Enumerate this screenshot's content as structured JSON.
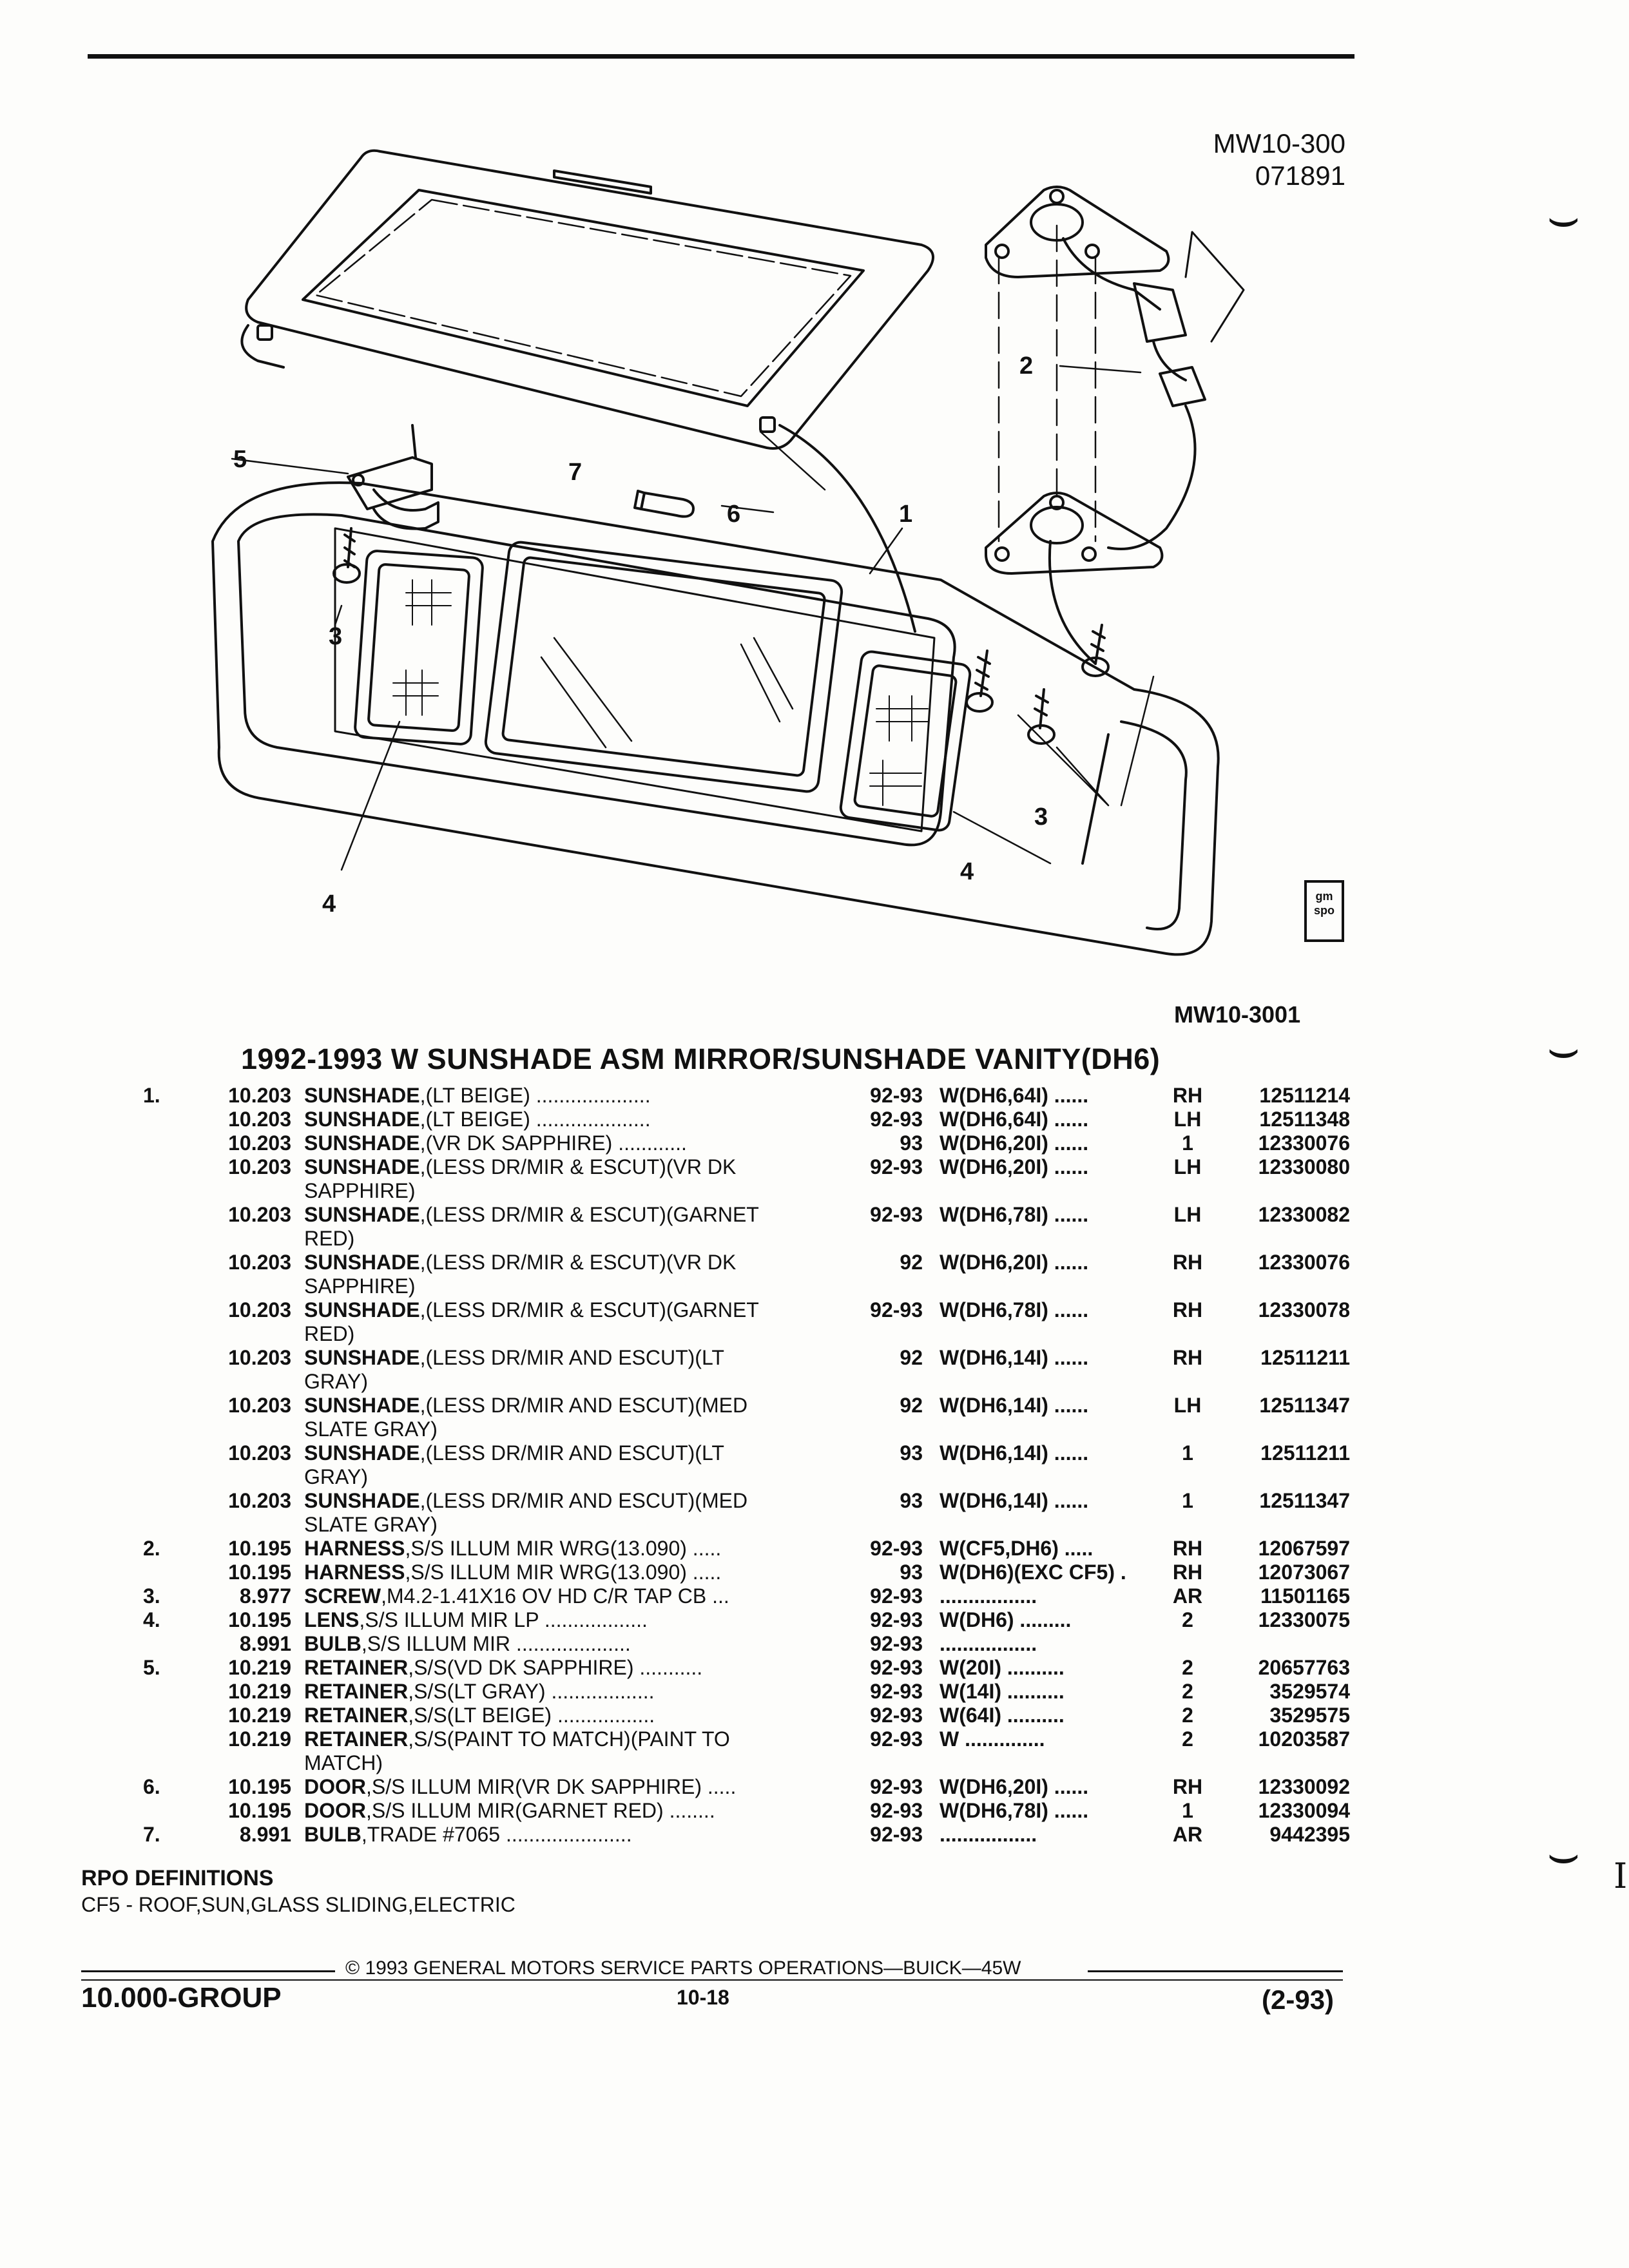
{
  "figure": {
    "code": "MW10-300",
    "date": "071891",
    "code2": "MW10-3001",
    "logo_text": "gm spo"
  },
  "callouts": {
    "c1": "1",
    "c2": "2",
    "c3": "3",
    "c4": "4",
    "c5": "5",
    "c6": "6",
    "c7": "7"
  },
  "title": "1992-1993 W SUNSHADE ASM MIRROR/SUNSHADE VANITY(DH6)",
  "parts": [
    {
      "item": "1.",
      "group": "10.203",
      "name": "SUNSHADE",
      "desc": ",(LT BEIGE) ....................",
      "desc2": "",
      "years": "92-93",
      "app": "W(DH6,64I) ......",
      "qty": "RH",
      "pn": "12511214"
    },
    {
      "item": "",
      "group": "10.203",
      "name": "SUNSHADE",
      "desc": ",(LT BEIGE) ....................",
      "desc2": "",
      "years": "92-93",
      "app": "W(DH6,64I) ......",
      "qty": "LH",
      "pn": "12511348"
    },
    {
      "item": "",
      "group": "10.203",
      "name": "SUNSHADE",
      "desc": ",(VR DK SAPPHIRE) ............",
      "desc2": "",
      "years": "93",
      "app": "W(DH6,20I) ......",
      "qty": "1",
      "pn": "12330076"
    },
    {
      "item": "",
      "group": "10.203",
      "name": "SUNSHADE",
      "desc": ",(LESS DR/MIR & ESCUT)(VR DK",
      "desc2": "SAPPHIRE)",
      "years": "92-93",
      "app": "W(DH6,20I) ......",
      "qty": "LH",
      "pn": "12330080"
    },
    {
      "item": "",
      "group": "10.203",
      "name": "SUNSHADE",
      "desc": ",(LESS DR/MIR & ESCUT)(GARNET",
      "desc2": "RED)",
      "years": "92-93",
      "app": "W(DH6,78I) ......",
      "qty": "LH",
      "pn": "12330082"
    },
    {
      "item": "",
      "group": "10.203",
      "name": "SUNSHADE",
      "desc": ",(LESS DR/MIR & ESCUT)(VR DK",
      "desc2": "SAPPHIRE)",
      "years": "92",
      "app": "W(DH6,20I) ......",
      "qty": "RH",
      "pn": "12330076"
    },
    {
      "item": "",
      "group": "10.203",
      "name": "SUNSHADE",
      "desc": ",(LESS DR/MIR & ESCUT)(GARNET",
      "desc2": "RED)",
      "years": "92-93",
      "app": "W(DH6,78I) ......",
      "qty": "RH",
      "pn": "12330078"
    },
    {
      "item": "",
      "group": "10.203",
      "name": "SUNSHADE",
      "desc": ",(LESS DR/MIR AND ESCUT)(LT",
      "desc2": "GRAY)",
      "years": "92",
      "app": "W(DH6,14I) ......",
      "qty": "RH",
      "pn": "12511211"
    },
    {
      "item": "",
      "group": "10.203",
      "name": "SUNSHADE",
      "desc": ",(LESS DR/MIR AND ESCUT)(MED",
      "desc2": "SLATE GRAY)",
      "years": "92",
      "app": "W(DH6,14I) ......",
      "qty": "LH",
      "pn": "12511347"
    },
    {
      "item": "",
      "group": "10.203",
      "name": "SUNSHADE",
      "desc": ",(LESS DR/MIR AND ESCUT)(LT",
      "desc2": "GRAY)",
      "years": "93",
      "app": "W(DH6,14I) ......",
      "qty": "1",
      "pn": "12511211"
    },
    {
      "item": "",
      "group": "10.203",
      "name": "SUNSHADE",
      "desc": ",(LESS DR/MIR AND ESCUT)(MED",
      "desc2": "SLATE GRAY)",
      "years": "93",
      "app": "W(DH6,14I) ......",
      "qty": "1",
      "pn": "12511347"
    },
    {
      "item": "2.",
      "group": "10.195",
      "name": "HARNESS",
      "desc": ",S/S ILLUM MIR WRG(13.090) .....",
      "desc2": "",
      "years": "92-93",
      "app": "W(CF5,DH6) .....",
      "qty": "RH",
      "pn": "12067597"
    },
    {
      "item": "",
      "group": "10.195",
      "name": "HARNESS",
      "desc": ",S/S ILLUM MIR WRG(13.090) .....",
      "desc2": "",
      "years": "93",
      "app": "W(DH6)(EXC CF5) .",
      "qty": "RH",
      "pn": "12073067"
    },
    {
      "item": "3.",
      "group": "8.977",
      "name": "SCREW",
      "desc": ",M4.2-1.41X16 OV HD C/R TAP CB ...",
      "desc2": "",
      "years": "92-93",
      "app": ".................",
      "qty": "AR",
      "pn": "11501165"
    },
    {
      "item": "4.",
      "group": "10.195",
      "name": "LENS",
      "desc": ",S/S ILLUM MIR LP ..................",
      "desc2": "",
      "years": "92-93",
      "app": "W(DH6) .........",
      "qty": "2",
      "pn": "12330075"
    },
    {
      "item": "",
      "group": "8.991",
      "name": "BULB",
      "desc": ",S/S ILLUM MIR ....................",
      "desc2": "",
      "years": "92-93",
      "app": ".................",
      "qty": "",
      "pn": ""
    },
    {
      "item": "5.",
      "group": "10.219",
      "name": "RETAINER",
      "desc": ",S/S(VD DK SAPPHIRE) ...........",
      "desc2": "",
      "years": "92-93",
      "app": "W(20I) ..........",
      "qty": "2",
      "pn": "20657763"
    },
    {
      "item": "",
      "group": "10.219",
      "name": "RETAINER",
      "desc": ",S/S(LT GRAY) ..................",
      "desc2": "",
      "years": "92-93",
      "app": "W(14I) ..........",
      "qty": "2",
      "pn": "3529574"
    },
    {
      "item": "",
      "group": "10.219",
      "name": "RETAINER",
      "desc": ",S/S(LT BEIGE) .................",
      "desc2": "",
      "years": "92-93",
      "app": "W(64I) ..........",
      "qty": "2",
      "pn": "3529575"
    },
    {
      "item": "",
      "group": "10.219",
      "name": "RETAINER",
      "desc": ",S/S(PAINT TO MATCH)(PAINT TO",
      "desc2": "MATCH)",
      "years": "92-93",
      "app": "W ..............",
      "qty": "2",
      "pn": "10203587"
    },
    {
      "item": "6.",
      "group": "10.195",
      "name": "DOOR",
      "desc": ",S/S ILLUM MIR(VR DK SAPPHIRE) .....",
      "desc2": "",
      "years": "92-93",
      "app": "W(DH6,20I) ......",
      "qty": "RH",
      "pn": "12330092"
    },
    {
      "item": "",
      "group": "10.195",
      "name": "DOOR",
      "desc": ",S/S ILLUM MIR(GARNET RED) ........",
      "desc2": "",
      "years": "92-93",
      "app": "W(DH6,78I) ......",
      "qty": "1",
      "pn": "12330094"
    },
    {
      "item": "7.",
      "group": "8.991",
      "name": "BULB",
      "desc": ",TRADE #7065 ......................",
      "desc2": "",
      "years": "92-93",
      "app": ".................",
      "qty": "AR",
      "pn": "9442395"
    }
  ],
  "rpo": {
    "title": "RPO DEFINITIONS",
    "line": "CF5 - ROOF,SUN,GLASS SLIDING,ELECTRIC"
  },
  "footer": {
    "copyright": "© 1993 GENERAL MOTORS SERVICE PARTS OPERATIONS—BUICK—45W",
    "group": "10.000-GROUP",
    "page": "10-18",
    "date": "(2-93)"
  },
  "marks": {
    "m1": "⌣",
    "m2": "I"
  }
}
